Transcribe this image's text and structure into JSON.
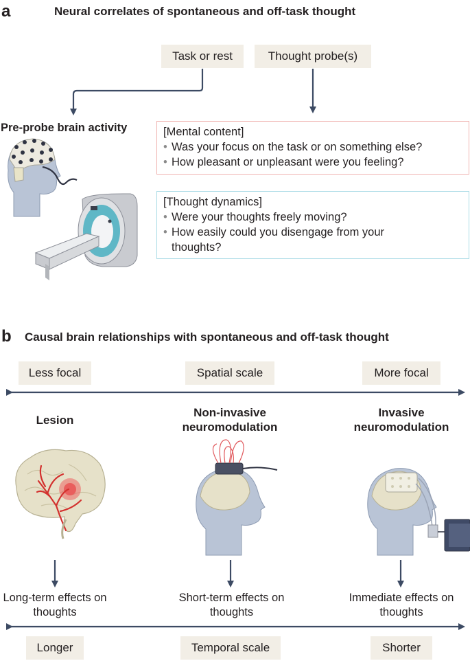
{
  "panel_a": {
    "letter": "a",
    "title": "Neural correlates of spontaneous and off-task thought",
    "task_chip": "Task or rest",
    "probe_chip": "Thought probe(s)",
    "pre_probe_label": "Pre-probe brain activity",
    "mental_content": {
      "header": "[Mental content]",
      "items": [
        "Was your focus on the task or on something else?",
        "How pleasant or unpleasant were you feeling?"
      ]
    },
    "thought_dynamics": {
      "header": "[Thought dynamics]",
      "items": [
        "Were your thoughts freely moving?",
        "How easily could you disengage from your thoughts?"
      ]
    }
  },
  "panel_b": {
    "letter": "b",
    "title": "Causal brain relationships with spontaneous and off-task thought",
    "spatial": {
      "left": "Less focal",
      "center": "Spatial scale",
      "right": "More focal"
    },
    "methods": [
      "Lesion",
      "Non-invasive neuromodulation",
      "Invasive neuromodulation"
    ],
    "effects": [
      "Long-term effects on thoughts",
      "Short-term effects on thoughts",
      "Immediate effects on thoughts"
    ],
    "temporal": {
      "left": "Longer",
      "center": "Temporal scale",
      "right": "Shorter"
    }
  },
  "colors": {
    "arrow": "#3c4a63",
    "chip": "#f2eee6",
    "pink_border": "#f0b3b0",
    "blue_border": "#a9dbe6",
    "head": "#b9c4d6",
    "brain": "#e6e1c9",
    "vessel": "#d3312e"
  }
}
